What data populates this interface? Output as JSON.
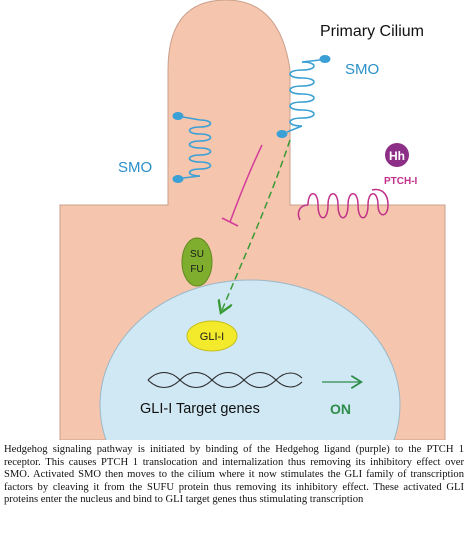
{
  "diagram": {
    "title": "Primary Cilium",
    "labels": {
      "smo_top": "SMO",
      "smo_left": "SMO",
      "hh": "Hh",
      "ptch": "PTCH-I",
      "sufu_line1": "SU",
      "sufu_line2": "FU",
      "gli": "GLI-I",
      "target_genes": "GLI-I Target genes",
      "on": "ON"
    },
    "colors": {
      "cell_fill": "#f6c5ad",
      "cell_stroke": "#c8a08c",
      "nucleus_fill": "#cfe8f4",
      "smo_blue": "#3aa0d6",
      "ptch_magenta": "#c2308a",
      "hh_purple": "#8d2f86",
      "sufu_green": "#7fae2e",
      "gli_yellow": "#f3ea2c",
      "inhibit_magenta": "#d23f9a",
      "activate_green": "#3a9a36",
      "on_green": "#2f8d4b"
    }
  },
  "caption": "Hedgehog signaling pathway is initiated by binding of the Hedgehog ligand (purple) to the PTCH 1 receptor. This causes PTCH 1 translocation and internalization thus removing its inhibitory effect over SMO. Activated SMO then moves to the cilium where it now stimulates the GLI family of transcription factors by cleaving it from the SUFU protein thus removing its inhibitory effect. These activated GLI proteins enter the nucleus and bind to GLI target genes thus stimulating transcription"
}
